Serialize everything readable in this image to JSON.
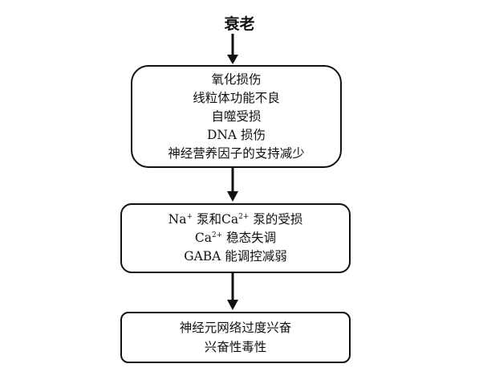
{
  "title": "衰老",
  "box1": {
    "lines": [
      "氧化损伤",
      "线粒体功能不良",
      "自噬受损",
      "DNA 损伤",
      "神经营养因子的支持减少"
    ]
  },
  "box2": {
    "na": "Na",
    "na_sup": "+",
    "pump_and": "泵和",
    "ca": "Ca",
    "ca_sup": "2+",
    "pump_damage": "泵的受损",
    "line2_ca": "Ca",
    "line2_sup": "2+",
    "line2_rest": "稳态失调",
    "line3": "GABA 能调控减弱"
  },
  "box3": {
    "lines": [
      "神经元网络过度兴奋",
      "兴奋性毒性"
    ]
  }
}
